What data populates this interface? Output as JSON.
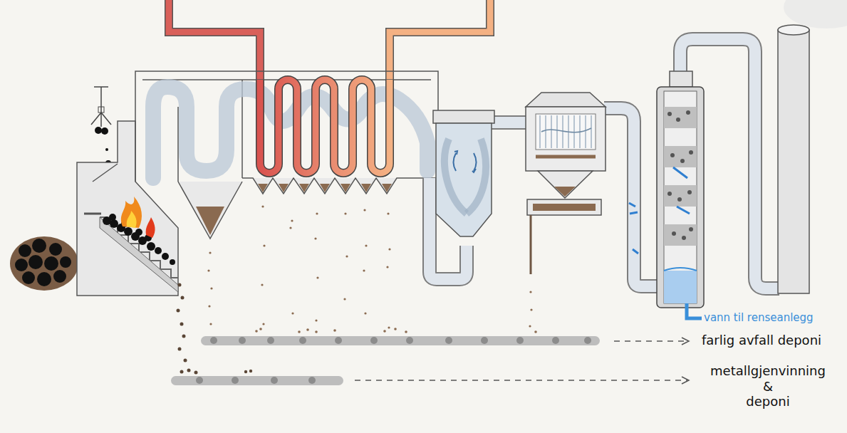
{
  "diagram": {
    "labels": [
      "vann til renseanlegg",
      "farlig avfall deponi",
      "metallgjenvinning & deponi"
    ]
  }
}
